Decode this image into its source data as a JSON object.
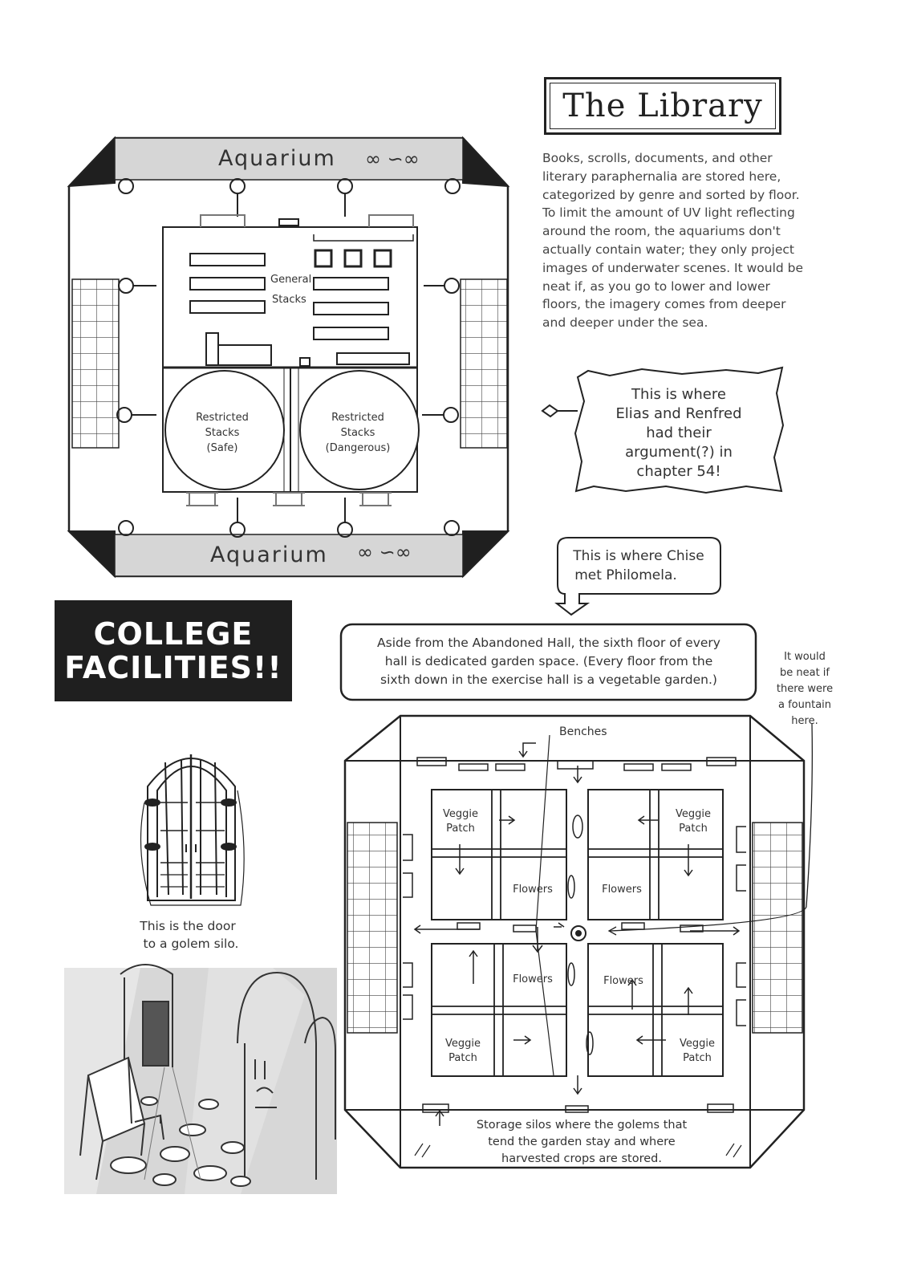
{
  "library": {
    "title": "The Library",
    "description": "Books, scrolls, documents, and other literary paraphernalia are stored here, categorized by genre and sorted by floor. To limit the amount of UV light reflecting around the room, the aquariums don't actually contain water; they only project images of underwater scenes. It would be neat if, as you go to lower and lower floors, the imagery comes from deeper and deeper under the sea.",
    "aquarium_top": "Aquarium",
    "aquarium_bottom": "Aquarium",
    "general_stacks": [
      "General",
      "Stacks"
    ],
    "restricted_safe": [
      "Restricted",
      "Stacks",
      "(Safe)"
    ],
    "restricted_dangerous": [
      "Restricted",
      "Stacks",
      "(Dangerous)"
    ],
    "argument_note": [
      "This is where",
      "Elias and Renfred",
      "had their",
      "argument(?) in",
      "chapter 54!"
    ]
  },
  "philomela_note": [
    "This is where Chise",
    "met Philomela."
  ],
  "college": {
    "title_line1": "COLLEGE",
    "title_line2": "FACILITIES!!"
  },
  "garden": {
    "intro": [
      "Aside from the Abandoned Hall, the sixth floor of every",
      "hall is dedicated garden space. (Every floor from the",
      "sixth down in the exercise hall is a vegetable garden.)"
    ],
    "fountain_note": [
      "It would",
      "be neat if",
      "there were",
      "a fountain",
      "here."
    ],
    "benches": "Benches",
    "veggie_patch": [
      "Veggie",
      "Patch"
    ],
    "flowers": "Flowers",
    "storage_note": [
      "Storage silos where the golems that",
      "tend the garden stay and where",
      "harvested crops are stored."
    ]
  },
  "golem_door_caption": [
    "This is the door",
    "to a golem silo."
  ]
}
